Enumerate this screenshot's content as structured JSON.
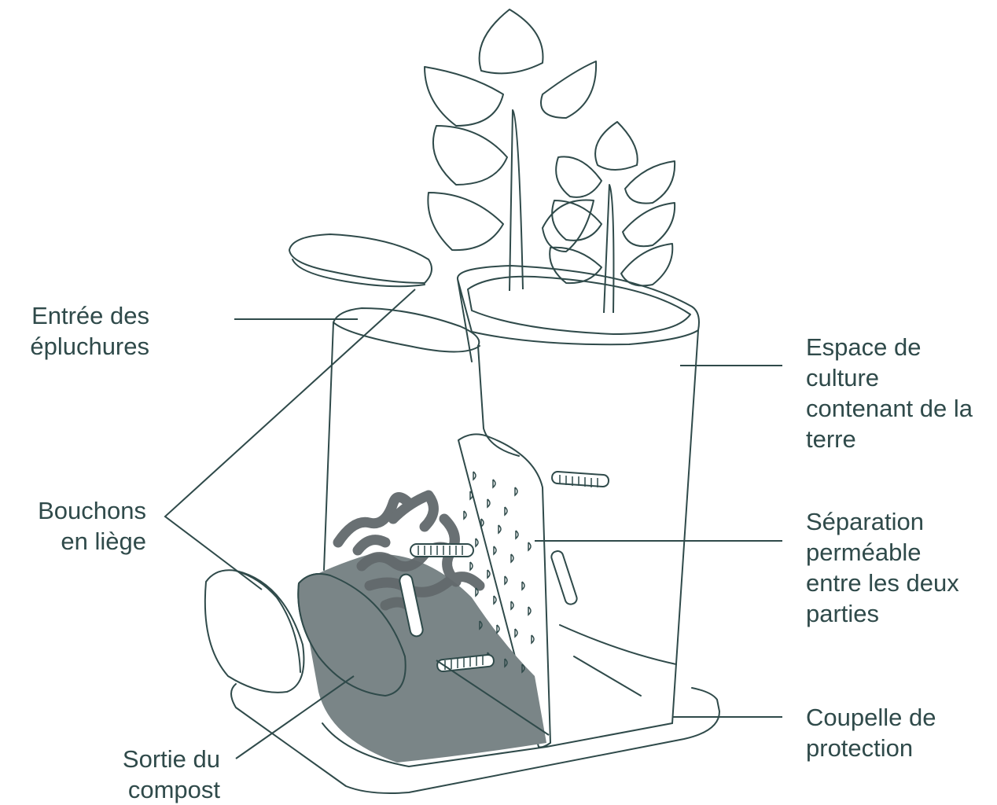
{
  "colors": {
    "stroke": "#2f4a4a",
    "compost": "#7a8587",
    "peel": "#62696c",
    "label": "#2f4a4a"
  },
  "labels": {
    "entree": [
      "Entrée des",
      "épluchures"
    ],
    "bouchons": [
      "Bouchons",
      "en liège"
    ],
    "sortie": [
      "Sortie du",
      "compost"
    ],
    "espace": [
      "Espace de",
      "culture",
      "contenant de la",
      "terre"
    ],
    "separation": [
      "Séparation",
      "perméable",
      "entre les deux",
      "parties"
    ],
    "coupelle": [
      "Coupelle de",
      "protection"
    ]
  }
}
